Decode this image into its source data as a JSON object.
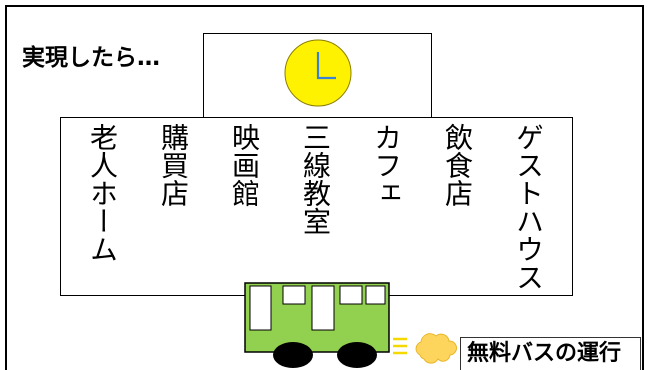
{
  "heading": "実現したら…",
  "building": {
    "facilities": [
      "ゲストハウス",
      "飲食店",
      "カフェ",
      "三線教室",
      "映画館",
      "購買店",
      "老人ホーム"
    ]
  },
  "bus_service": {
    "label": "無料バスの運行"
  },
  "icons": {
    "clock": "clock-icon",
    "bus": "bus-icon",
    "exhaust": "exhaust-lines-icon",
    "cloud": "exhaust-cloud-icon"
  },
  "colors": {
    "clock_face": "#fff200",
    "clock_outline": "#8a7f00",
    "clock_hands": "#3b82d6",
    "bus_body": "#92d050",
    "exhaust": "#f5d800",
    "cloud": "#fdd45c"
  }
}
